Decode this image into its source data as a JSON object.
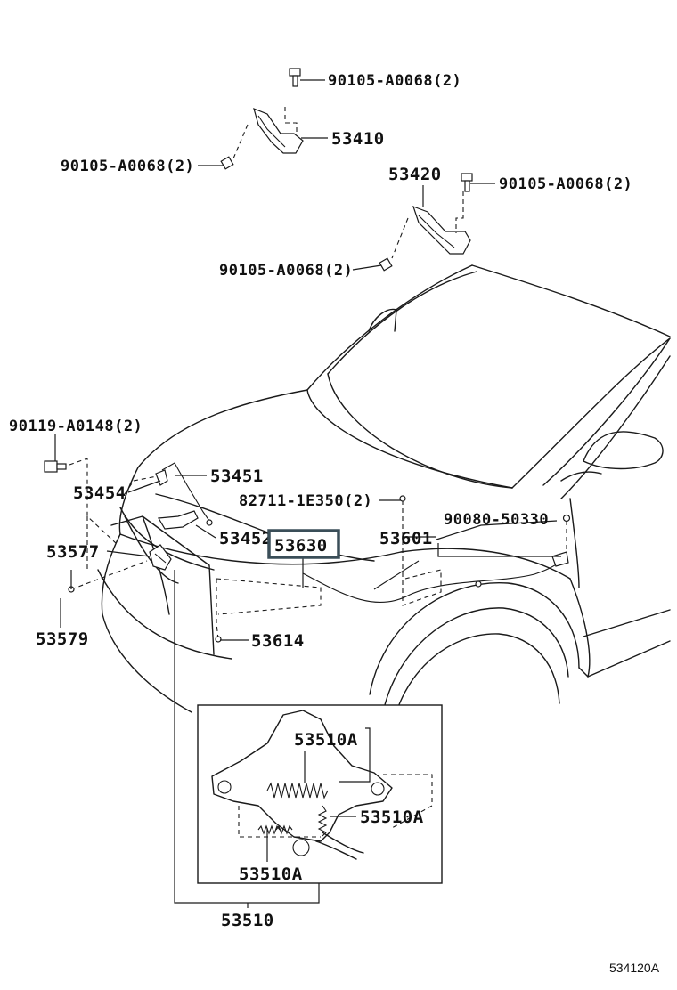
{
  "diagram": {
    "part_numbers": {
      "bolt_top": "90105-A0068(2)",
      "hinge_left": "53410",
      "bolt_hinge_left_side": "90105-A0068(2)",
      "hinge_right": "53420",
      "bolt_hinge_right_top": "90105-A0068(2)",
      "bolt_hinge_right_side": "90105-A0068(2)",
      "bolt_front": "90119-A0148(2)",
      "lock_control_cable_upper": "53451",
      "lever_assy": "53454",
      "clip_item": "82711-1E350(2)",
      "cable_bracket": "53452",
      "release_cable": "53630",
      "hood_support": "53601",
      "clip_right": "90080-50330",
      "hook": "53577",
      "cushion": "53579",
      "hood_lock_bracket": "53614",
      "spring_a": "53510A",
      "spring_b": "53510A",
      "spring_c": "53510A",
      "hood_lock": "53510"
    },
    "highlighted_part": "53630",
    "figure_code": "534120A"
  }
}
